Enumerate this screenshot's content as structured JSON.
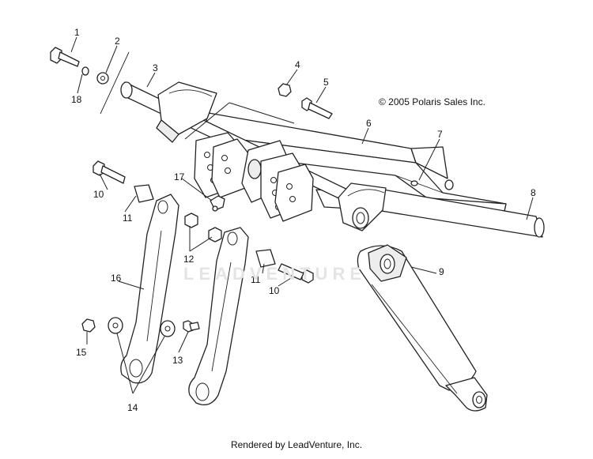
{
  "copyright": "© 2005 Polaris Sales Inc.",
  "footer": "Rendered by LeadVenture, Inc.",
  "watermark": "LEADVENTURE",
  "callouts": [
    {
      "id": "c1",
      "label": "1"
    },
    {
      "id": "c2",
      "label": "2"
    },
    {
      "id": "c3",
      "label": "3"
    },
    {
      "id": "c4",
      "label": "4"
    },
    {
      "id": "c5",
      "label": "5"
    },
    {
      "id": "c6",
      "label": "6"
    },
    {
      "id": "c7",
      "label": "7"
    },
    {
      "id": "c8",
      "label": "8"
    },
    {
      "id": "c9",
      "label": "9"
    },
    {
      "id": "c10a",
      "label": "10"
    },
    {
      "id": "c10b",
      "label": "10"
    },
    {
      "id": "c11a",
      "label": "11"
    },
    {
      "id": "c11b",
      "label": "11"
    },
    {
      "id": "c12",
      "label": "12"
    },
    {
      "id": "c13",
      "label": "13"
    },
    {
      "id": "c14",
      "label": "14"
    },
    {
      "id": "c15",
      "label": "15"
    },
    {
      "id": "c16",
      "label": "16"
    },
    {
      "id": "c17",
      "label": "17"
    },
    {
      "id": "c18",
      "label": "18"
    }
  ]
}
